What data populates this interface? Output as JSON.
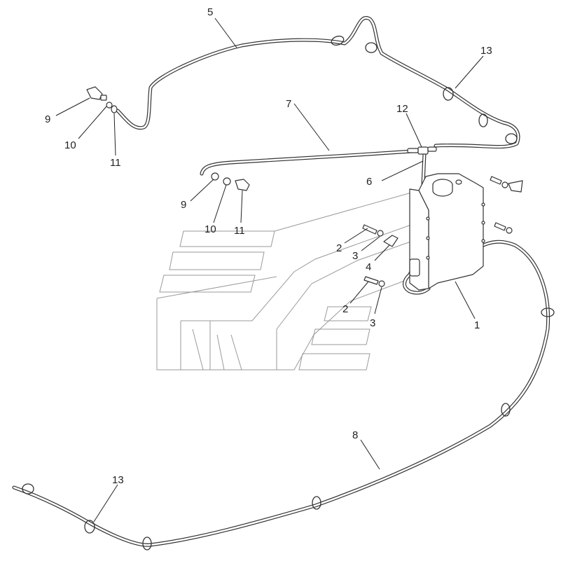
{
  "diagram": {
    "background_color": "#ffffff",
    "line_color": "#333333",
    "callouts": [
      {
        "id": "c5",
        "text": "5"
      },
      {
        "id": "c13a",
        "text": "13"
      },
      {
        "id": "c9a",
        "text": "9"
      },
      {
        "id": "c10a",
        "text": "10"
      },
      {
        "id": "c11a",
        "text": "11"
      },
      {
        "id": "c7",
        "text": "7"
      },
      {
        "id": "c12",
        "text": "12"
      },
      {
        "id": "c6",
        "text": "6"
      },
      {
        "id": "c9b",
        "text": "9"
      },
      {
        "id": "c10b",
        "text": "10"
      },
      {
        "id": "c11b",
        "text": "11"
      },
      {
        "id": "c2a",
        "text": "2"
      },
      {
        "id": "c3a",
        "text": "3"
      },
      {
        "id": "c4",
        "text": "4"
      },
      {
        "id": "c2b",
        "text": "2"
      },
      {
        "id": "c3b",
        "text": "3"
      },
      {
        "id": "c1",
        "text": "1"
      },
      {
        "id": "c8",
        "text": "8"
      },
      {
        "id": "c13b",
        "text": "13"
      }
    ]
  }
}
